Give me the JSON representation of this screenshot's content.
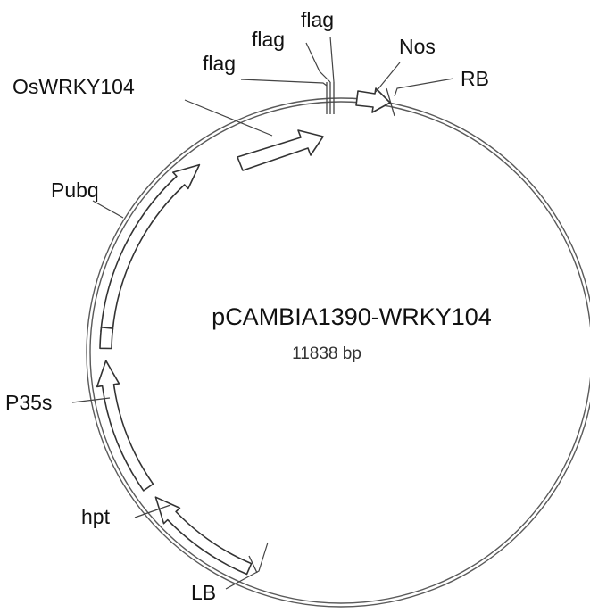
{
  "plasmid": {
    "name": "pCAMBIA1390-WRKY104",
    "size": "11838 bp"
  },
  "features": {
    "oswrky104": "OsWRKY104",
    "flag_1": "flag",
    "flag_2": "flag",
    "flag_3": "flag",
    "nos": "Nos",
    "rb": "RB",
    "pubq": "Pubq",
    "p35s": "P35s",
    "hpt": "hpt",
    "lb": "LB"
  },
  "colors": {
    "stroke": "#333333",
    "fill": "#ffffff",
    "text": "#111111"
  }
}
